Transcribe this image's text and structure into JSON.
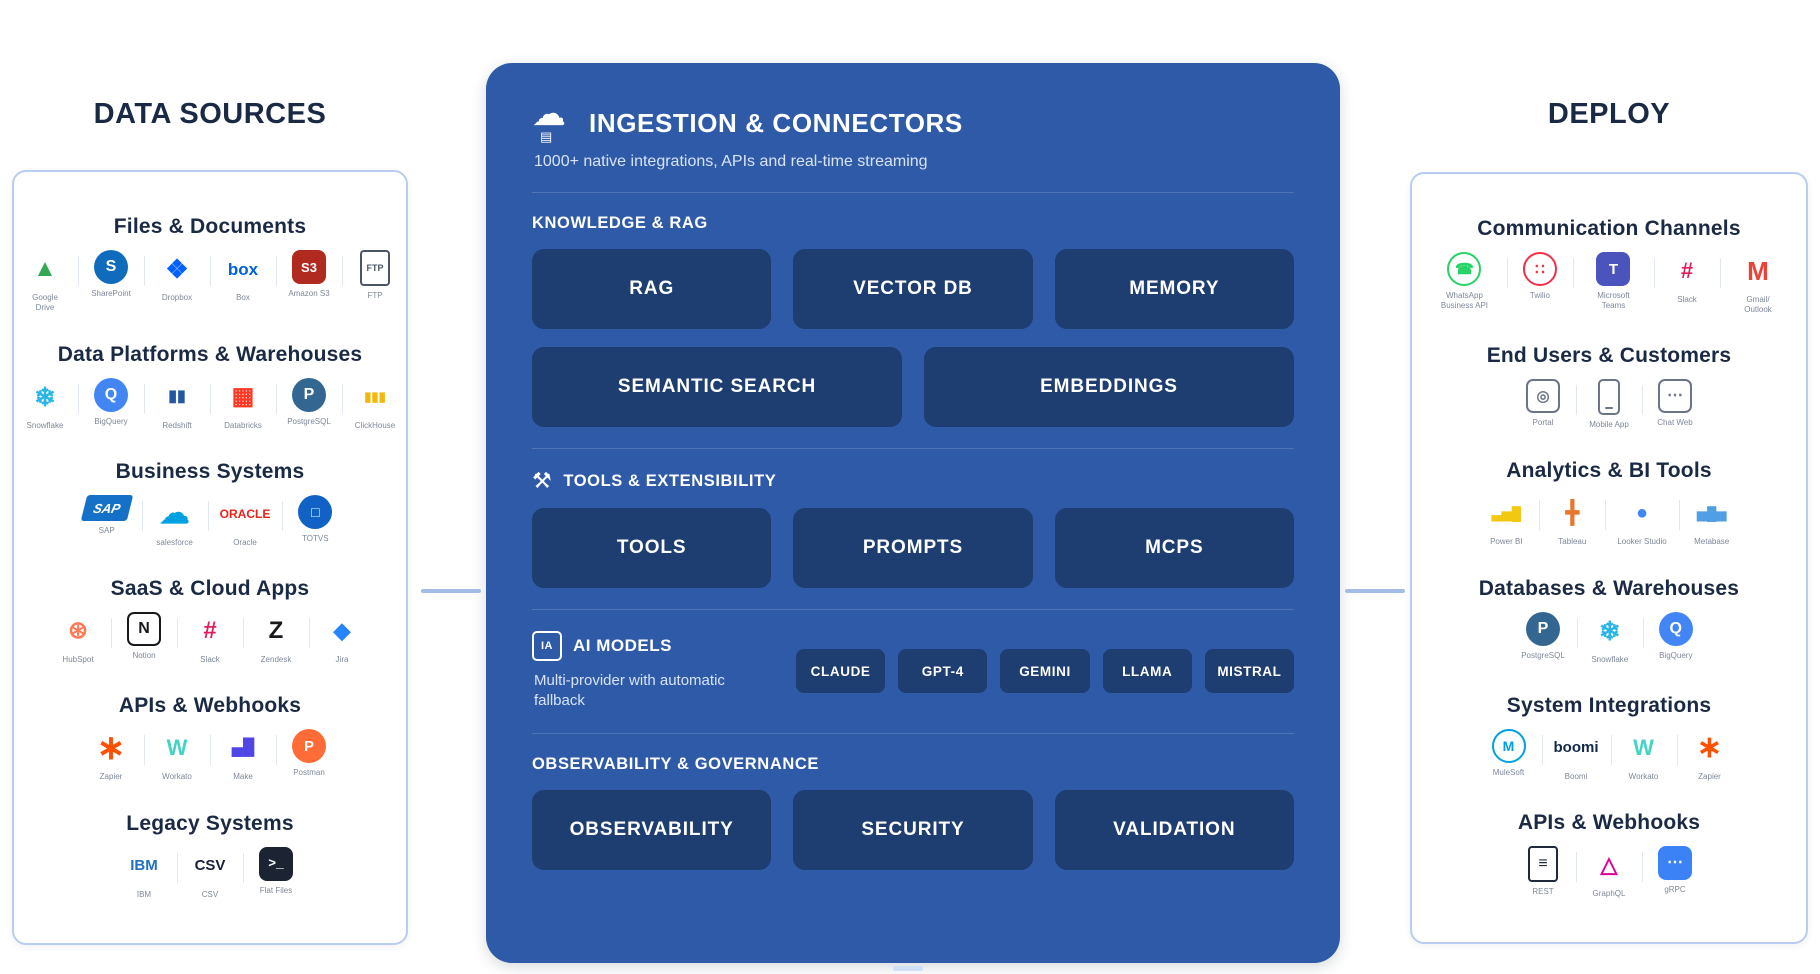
{
  "icons": {
    "cloud": "☁",
    "cloud_db": "▤",
    "tools": "⚒",
    "ai_chip": "IA"
  },
  "colors": {
    "panel_blue": "#2e5aa8",
    "block_navy": "#1e3d70",
    "title_navy": "#1b2a44",
    "panel_border": "#b9cdf0",
    "connector": "#a3bce8",
    "subtitle": "#d8e3f7"
  },
  "left": {
    "title": "DATA SOURCES",
    "groups": [
      {
        "heading": "Files & Documents",
        "logos": [
          {
            "name": "google-drive",
            "label": "Google Drive",
            "glyph": "▲",
            "fg": "#34a853",
            "frame": "none",
            "size": 24
          },
          {
            "name": "sharepoint",
            "label": "SharePoint",
            "glyph": "S",
            "fg": "#ffffff",
            "bg": "#0f6cbd",
            "frame": "circle",
            "size": 16
          },
          {
            "name": "dropbox",
            "label": "Dropbox",
            "glyph": "❖",
            "fg": "#0061ff",
            "frame": "none",
            "size": 26
          },
          {
            "name": "box",
            "label": "Box",
            "glyph": "box",
            "fg": "#0061d5",
            "frame": "none",
            "size": 17
          },
          {
            "name": "amazon-s3",
            "label": "Amazon S3",
            "glyph": "S3",
            "fg": "#ffffff",
            "bg": "#b02a1f",
            "frame": "rounded",
            "size": 13
          },
          {
            "name": "ftp",
            "label": "FTP",
            "glyph": "FTP",
            "fg": "#4a5568",
            "frame": "doc",
            "size": 9
          }
        ]
      },
      {
        "heading": "Data Platforms & Warehouses",
        "logos": [
          {
            "name": "snowflake",
            "label": "Snowflake",
            "glyph": "❄",
            "fg": "#29b5e8",
            "frame": "none",
            "size": 26
          },
          {
            "name": "bigquery",
            "label": "BigQuery",
            "glyph": "Q",
            "fg": "#ffffff",
            "bg": "#4285f4",
            "frame": "circle",
            "size": 16
          },
          {
            "name": "redshift",
            "label": "Redshift",
            "glyph": "▮▮",
            "fg": "#2457a0",
            "frame": "none",
            "size": 16
          },
          {
            "name": "databricks",
            "label": "Databricks",
            "glyph": "▦",
            "fg": "#ff3621",
            "frame": "none",
            "size": 24
          },
          {
            "name": "postgresql",
            "label": "PostgreSQL",
            "glyph": "P",
            "fg": "#ffffff",
            "bg": "#336791",
            "frame": "circle",
            "size": 16
          },
          {
            "name": "clickhouse",
            "label": "ClickHouse",
            "glyph": "▮▮▮",
            "fg": "#f0b90b",
            "frame": "none",
            "size": 13
          }
        ]
      },
      {
        "heading": "Business Systems",
        "logos": [
          {
            "name": "sap",
            "label": "SAP",
            "glyph": "SAP",
            "fg": "#ffffff",
            "bg": "#1571c8",
            "frame": "skew",
            "size": 13
          },
          {
            "name": "salesforce",
            "label": "salesforce",
            "glyph": "☁",
            "fg": "#00a1e0",
            "frame": "none",
            "size": 30
          },
          {
            "name": "oracle",
            "label": "Oracle",
            "glyph": "ORACLE",
            "fg": "#e8231a",
            "frame": "none",
            "size": 12
          },
          {
            "name": "totvs",
            "label": "TOTVS",
            "glyph": "□",
            "fg": "#ffffff",
            "bg": "#1261c4",
            "frame": "circle",
            "size": 14
          }
        ]
      },
      {
        "heading": "SaaS & Cloud Apps",
        "logos": [
          {
            "name": "hubspot",
            "label": "HubSpot",
            "glyph": "⊛",
            "fg": "#ff7a59",
            "frame": "none",
            "size": 24
          },
          {
            "name": "notion",
            "label": "Notion",
            "glyph": "N",
            "fg": "#17191c",
            "frame": "outline",
            "size": 16
          },
          {
            "name": "slack",
            "label": "Slack",
            "glyph": "#",
            "fg": "#e01e5a",
            "frame": "none",
            "size": 24
          },
          {
            "name": "zendesk",
            "label": "Zendesk",
            "glyph": "Z",
            "fg": "#17191c",
            "frame": "none",
            "size": 24
          },
          {
            "name": "jira",
            "label": "Jira",
            "glyph": "◆",
            "fg": "#2684ff",
            "frame": "none",
            "size": 22
          }
        ]
      },
      {
        "heading": "APIs & Webhooks",
        "logos": [
          {
            "name": "zapier",
            "label": "Zapier",
            "glyph": "∗",
            "fg": "#ff4f00",
            "frame": "none",
            "size": 34
          },
          {
            "name": "workato",
            "label": "Workato",
            "glyph": "W",
            "fg": "#45d4c2",
            "frame": "none",
            "size": 22
          },
          {
            "name": "make",
            "label": "Make",
            "glyph": "▄█",
            "fg": "#4f46e5",
            "frame": "none",
            "size": 16
          },
          {
            "name": "postman",
            "label": "Postman",
            "glyph": "P",
            "fg": "#ffffff",
            "bg": "#ff6c37",
            "frame": "circle",
            "size": 15
          }
        ]
      },
      {
        "heading": "Legacy Systems",
        "logos": [
          {
            "name": "ibm",
            "label": "IBM",
            "glyph": "IBM",
            "fg": "#1f70c1",
            "frame": "none",
            "size": 15
          },
          {
            "name": "csv",
            "label": "CSV",
            "glyph": "CSV",
            "fg": "#19223c",
            "frame": "none",
            "size": 15
          },
          {
            "name": "flat-files",
            "label": "Flat Files",
            "glyph": ">_",
            "fg": "#ffffff",
            "frame": "dark",
            "size": 13
          }
        ]
      }
    ]
  },
  "center": {
    "title": "INGESTION & CONNECTORS",
    "subtitle": "1000+ native integrations, APIs and real-time streaming",
    "sections": [
      {
        "id": "knowledge-rag",
        "label": "KNOWLEDGE & RAG",
        "rows": [
          [
            "RAG",
            "VECTOR DB",
            "MEMORY"
          ],
          [
            "SEMANTIC SEARCH",
            "EMBEDDINGS"
          ]
        ]
      },
      {
        "id": "tools-extensibility",
        "label": "TOOLS & EXTENSIBILITY",
        "icon": "tools",
        "rows": [
          [
            "TOOLS",
            "PROMPTS",
            "MCPS"
          ]
        ]
      },
      {
        "id": "ai-models",
        "label": "AI MODELS",
        "icon": "ai_chip",
        "subtitle": "Multi-provider with automatic fallback",
        "chips": [
          "CLAUDE",
          "GPT-4",
          "GEMINI",
          "LLAMA",
          "MISTRAL"
        ]
      },
      {
        "id": "observability-governance",
        "label": "OBSERVABILITY & GOVERNANCE",
        "rows": [
          [
            "OBSERVABILITY",
            "SECURITY",
            "VALIDATION"
          ]
        ]
      }
    ]
  },
  "right": {
    "title": "DEPLOY",
    "groups": [
      {
        "heading": "Communication Channels",
        "logos": [
          {
            "name": "whatsapp-business-api",
            "label": "WhatsApp Business API",
            "glyph": "☎",
            "fg": "#25d366",
            "frame": "ring",
            "size": 15
          },
          {
            "name": "twilio",
            "label": "Twilio",
            "glyph": "∷",
            "fg": "#f22f46",
            "frame": "ring",
            "size": 15
          },
          {
            "name": "microsoft-teams",
            "label": "Microsoft Teams",
            "glyph": "T",
            "fg": "#ffffff",
            "bg": "#4b53bc",
            "frame": "rounded",
            "size": 15
          },
          {
            "name": "slack",
            "label": "Slack",
            "glyph": "#",
            "fg": "#e01e5a",
            "frame": "none",
            "size": 22
          },
          {
            "name": "gmail-outlook",
            "label": "Gmail/ Outlook",
            "glyph": "M",
            "fg": "#ea4335",
            "frame": "none",
            "size": 26
          }
        ]
      },
      {
        "heading": "End Users & Customers",
        "logos": [
          {
            "name": "portal",
            "label": "Portal",
            "glyph": "◎",
            "fg": "#6b7586",
            "frame": "outline",
            "size": 15
          },
          {
            "name": "mobile-app",
            "label": "Mobile App",
            "glyph": "",
            "fg": "#6b7586",
            "frame": "outline-tall",
            "size": 12
          },
          {
            "name": "chat-web",
            "label": "Chat Web",
            "glyph": "⋯",
            "fg": "#6b7586",
            "frame": "outline",
            "size": 16
          }
        ]
      },
      {
        "heading": "Analytics & BI Tools",
        "logos": [
          {
            "name": "power-bi",
            "label": "Power BI",
            "glyph": "▃▅█",
            "fg": "#f2c811",
            "frame": "none",
            "size": 13
          },
          {
            "name": "tableau",
            "label": "Tableau",
            "glyph": "╋",
            "fg": "#e8762d",
            "frame": "none",
            "size": 22
          },
          {
            "name": "looker-studio",
            "label": "Looker Studio",
            "glyph": "●",
            "fg": "#4285f4",
            "frame": "none",
            "size": 20
          },
          {
            "name": "metabase",
            "label": "Metabase",
            "glyph": "▅█▅",
            "fg": "#509ee3",
            "frame": "none",
            "size": 13
          }
        ]
      },
      {
        "heading": "Databases & Warehouses",
        "logos": [
          {
            "name": "postgresql",
            "label": "PostgreSQL",
            "glyph": "P",
            "fg": "#ffffff",
            "bg": "#336791",
            "frame": "circle",
            "size": 16
          },
          {
            "name": "snowflake",
            "label": "Snowflake",
            "glyph": "❄",
            "fg": "#29b5e8",
            "frame": "none",
            "size": 26
          },
          {
            "name": "bigquery",
            "label": "BigQuery",
            "glyph": "Q",
            "fg": "#ffffff",
            "bg": "#4285f4",
            "frame": "circle",
            "size": 16
          }
        ]
      },
      {
        "heading": "System Integrations",
        "logos": [
          {
            "name": "mulesoft",
            "label": "MuleSoft",
            "glyph": "M",
            "fg": "#00a0df",
            "frame": "ring",
            "size": 14
          },
          {
            "name": "boomi",
            "label": "Boomi",
            "glyph": "boomi",
            "fg": "#13294b",
            "frame": "none",
            "size": 15
          },
          {
            "name": "workato",
            "label": "Workato",
            "glyph": "W",
            "fg": "#45d4c2",
            "frame": "none",
            "size": 22
          },
          {
            "name": "zapier",
            "label": "Zapier",
            "glyph": "∗",
            "fg": "#ff4f00",
            "frame": "none",
            "size": 30
          }
        ]
      },
      {
        "heading": "APIs & Webhooks",
        "logos": [
          {
            "name": "rest",
            "label": "REST",
            "glyph": "≡",
            "fg": "#1f2937",
            "frame": "doc",
            "size": 16
          },
          {
            "name": "graphql",
            "label": "GraphQL",
            "glyph": "△",
            "fg": "#e10098",
            "frame": "none",
            "size": 22
          },
          {
            "name": "grpc",
            "label": "gRPC",
            "glyph": "⋯",
            "fg": "#ffffff",
            "bg": "#3b82f6",
            "frame": "rounded",
            "size": 16
          }
        ]
      }
    ]
  }
}
